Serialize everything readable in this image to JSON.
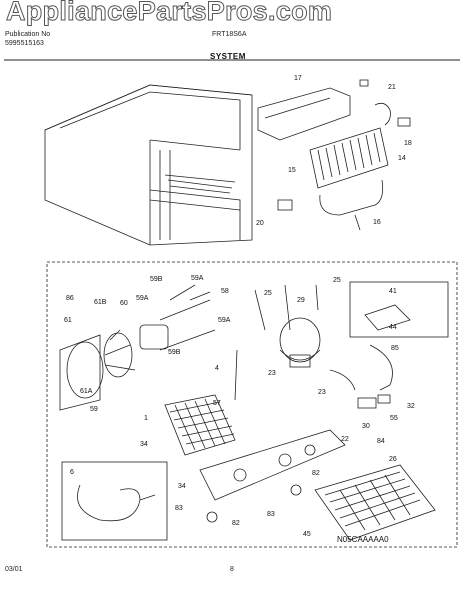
{
  "watermark": "AppliancePartsPros.com",
  "header": {
    "pub_label": "Publication No",
    "pub_number": "5995515163",
    "model": "FRT18S6A",
    "section": "SYSTEM"
  },
  "footer": {
    "date": "03/01",
    "page": "8",
    "diagram_code": "N05CAAAAA0"
  },
  "callouts": [
    "17",
    "21",
    "18",
    "15",
    "14",
    "20",
    "16",
    "25",
    "25",
    "59B",
    "59A",
    "58",
    "86",
    "61B",
    "60",
    "59A",
    "61",
    "59B",
    "59A",
    "29",
    "41",
    "44",
    "85",
    "61A",
    "59",
    "4",
    "23",
    "57",
    "23",
    "1",
    "34",
    "55",
    "32",
    "30",
    "22",
    "84",
    "6",
    "34",
    "26",
    "82",
    "83",
    "82",
    "83",
    "45"
  ]
}
